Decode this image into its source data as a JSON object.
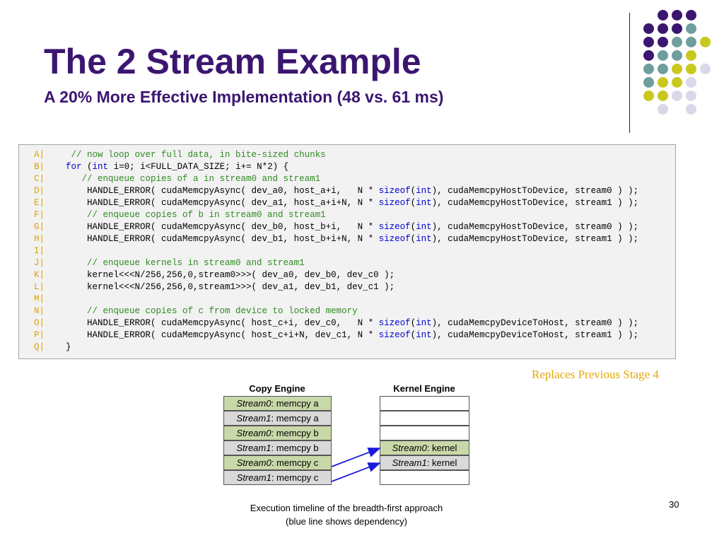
{
  "slide": {
    "title": "The 2 Stream Example",
    "subtitle": "A 20% More Effective Implementation (48 vs. 61 ms)",
    "note": "Replaces Previous Stage 4",
    "caption_line1": "Execution timeline of the breadth-first approach",
    "caption_line2": "(blue line shows dependency)",
    "page_number": "30"
  },
  "colors": {
    "title": "#3b1670",
    "note": "#e3a80a",
    "dot_purple": "#3b1670",
    "dot_teal": "#6e9e9e",
    "dot_yellow": "#c8c81e",
    "dot_lavender": "#d8d8e8",
    "cell_green": "#c9d8a8",
    "cell_grey": "#d9d9d9",
    "arrow": "#1a1adb"
  },
  "code": [
    {
      "label": "A|",
      "indent": "     ",
      "segments": [
        {
          "t": "// now loop over full data, in bite-sized chunks",
          "c": "cm"
        }
      ]
    },
    {
      "label": "B|",
      "indent": "    ",
      "segments": [
        {
          "t": "for",
          "c": "kw"
        },
        {
          "t": " (",
          "c": ""
        },
        {
          "t": "int",
          "c": "kw"
        },
        {
          "t": " i=0; i<FULL_DATA_SIZE; i+= N*2) {",
          "c": ""
        }
      ]
    },
    {
      "label": "C|",
      "indent": "       ",
      "segments": [
        {
          "t": "// enqueue copies of a in stream0 and stream1",
          "c": "cm"
        }
      ]
    },
    {
      "label": "D|",
      "indent": "        ",
      "segments": [
        {
          "t": "HANDLE_ERROR( cudaMemcpyAsync( dev_a0, host_a+i,   N * ",
          "c": ""
        },
        {
          "t": "sizeof",
          "c": "kw"
        },
        {
          "t": "(",
          "c": ""
        },
        {
          "t": "int",
          "c": "kw"
        },
        {
          "t": "), cudaMemcpyHostToDevice, stream0 ) );",
          "c": ""
        }
      ]
    },
    {
      "label": "E|",
      "indent": "        ",
      "segments": [
        {
          "t": "HANDLE_ERROR( cudaMemcpyAsync( dev_a1, host_a+i+N, N * ",
          "c": ""
        },
        {
          "t": "sizeof",
          "c": "kw"
        },
        {
          "t": "(",
          "c": ""
        },
        {
          "t": "int",
          "c": "kw"
        },
        {
          "t": "), cudaMemcpyHostToDevice, stream1 ) );",
          "c": ""
        }
      ]
    },
    {
      "label": "F|",
      "indent": "        ",
      "segments": [
        {
          "t": "// enqueue copies of b in stream0 and stream1",
          "c": "cm"
        }
      ]
    },
    {
      "label": "G|",
      "indent": "        ",
      "segments": [
        {
          "t": "HANDLE_ERROR( cudaMemcpyAsync( dev_b0, host_b+i,   N * ",
          "c": ""
        },
        {
          "t": "sizeof",
          "c": "kw"
        },
        {
          "t": "(",
          "c": ""
        },
        {
          "t": "int",
          "c": "kw"
        },
        {
          "t": "), cudaMemcpyHostToDevice, stream0 ) );",
          "c": ""
        }
      ]
    },
    {
      "label": "H|",
      "indent": "        ",
      "segments": [
        {
          "t": "HANDLE_ERROR( cudaMemcpyAsync( dev_b1, host_b+i+N, N * ",
          "c": ""
        },
        {
          "t": "sizeof",
          "c": "kw"
        },
        {
          "t": "(",
          "c": ""
        },
        {
          "t": "int",
          "c": "kw"
        },
        {
          "t": "), cudaMemcpyHostToDevice, stream1 ) );",
          "c": ""
        }
      ]
    },
    {
      "label": "I|",
      "indent": "",
      "segments": []
    },
    {
      "label": "J|",
      "indent": "        ",
      "segments": [
        {
          "t": "// enqueue kernels in stream0 and stream1",
          "c": "cm"
        }
      ]
    },
    {
      "label": "K|",
      "indent": "        ",
      "segments": [
        {
          "t": "kernel<<<N/256,256,0,stream0>>>( dev_a0, dev_b0, dev_c0 );",
          "c": ""
        }
      ]
    },
    {
      "label": "L|",
      "indent": "        ",
      "segments": [
        {
          "t": "kernel<<<N/256,256,0,stream1>>>( dev_a1, dev_b1, dev_c1 );",
          "c": ""
        }
      ]
    },
    {
      "label": "M|",
      "indent": "",
      "segments": []
    },
    {
      "label": "N|",
      "indent": "        ",
      "segments": [
        {
          "t": "// enqueue copies of c from device to locked memory",
          "c": "cm"
        }
      ]
    },
    {
      "label": "O|",
      "indent": "        ",
      "segments": [
        {
          "t": "HANDLE_ERROR( cudaMemcpyAsync( host_c+i, dev_c0,   N * ",
          "c": ""
        },
        {
          "t": "sizeof",
          "c": "kw"
        },
        {
          "t": "(",
          "c": ""
        },
        {
          "t": "int",
          "c": "kw"
        },
        {
          "t": "), cudaMemcpyDeviceToHost, stream0 ) );",
          "c": ""
        }
      ]
    },
    {
      "label": "P|",
      "indent": "        ",
      "segments": [
        {
          "t": "HANDLE_ERROR( cudaMemcpyAsync( host_c+i+N, dev_c1, N * ",
          "c": ""
        },
        {
          "t": "sizeof",
          "c": "kw"
        },
        {
          "t": "(",
          "c": ""
        },
        {
          "t": "int",
          "c": "kw"
        },
        {
          "t": "), cudaMemcpyDeviceToHost, stream1 ) );",
          "c": ""
        }
      ]
    },
    {
      "label": "Q|",
      "indent": "    ",
      "segments": [
        {
          "t": "}",
          "c": ""
        }
      ]
    }
  ],
  "timeline": {
    "copy_engine_header": "Copy Engine",
    "kernel_engine_header": "Kernel Engine",
    "copy_rows": [
      {
        "stream": "Stream0",
        "op": ": memcpy a"
      },
      {
        "stream": "Stream1",
        "op": ": memcpy a"
      },
      {
        "stream": "Stream0",
        "op": ": memcpy b"
      },
      {
        "stream": "Stream1",
        "op": ": memcpy b"
      },
      {
        "stream": "Stream0",
        "op": ": memcpy c"
      },
      {
        "stream": "Stream1",
        "op": ": memcpy c"
      }
    ],
    "kernel_rows": [
      {
        "stream": "",
        "op": ""
      },
      {
        "stream": "",
        "op": ""
      },
      {
        "stream": "",
        "op": ""
      },
      {
        "stream": "Stream0",
        "op": ": kernel"
      },
      {
        "stream": "Stream1",
        "op": ": kernel"
      },
      {
        "stream": "",
        "op": ""
      }
    ]
  }
}
